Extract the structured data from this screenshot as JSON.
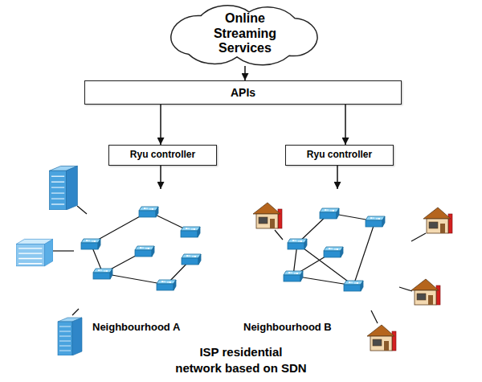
{
  "diagram": {
    "caption": "ISP residential network based on SDN",
    "nodes": [
      {
        "text": [
          "Online Streaming Services"
        ]
      },
      {
        "text": [
          "APIs"
        ]
      },
      {
        "text": [
          "Ryu controller"
        ]
      },
      {
        "text": [
          "Ryu controller"
        ]
      },
      {
        "text": [
          "Neighbourhood A"
        ]
      },
      {
        "text": [
          "Neighbourhood B"
        ]
      }
    ],
    "edges": [
      {
        "from": 0,
        "to": 1,
        "arrow": "to"
      },
      {
        "from": 1,
        "to": 2,
        "arrow": "to"
      },
      {
        "from": 1,
        "to": 3,
        "arrow": "to"
      },
      {
        "from": 2,
        "to": 4,
        "arrow": "to"
      },
      {
        "from": 3,
        "to": 5,
        "arrow": "to"
      }
    ]
  }
}
